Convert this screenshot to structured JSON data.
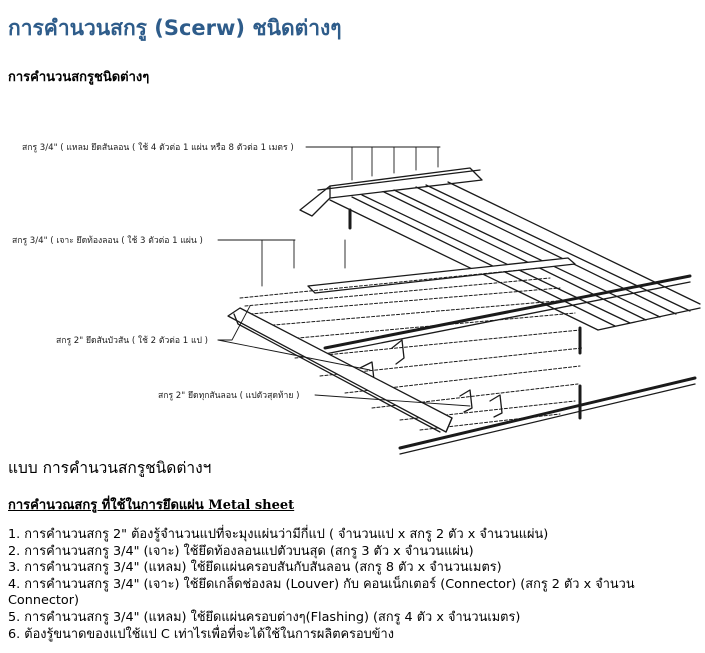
{
  "page": {
    "title": "การคำนวนสกรู (Scerw) ชนิดต่างๆ",
    "subheading": "การคำนวนสกรูชนิดต่างๆ"
  },
  "diagram": {
    "callouts": [
      "สกรู 3/4\" ( แหลม ยึดสันลอน ( ใช้ 4 ตัวต่อ 1 แผ่น หรือ 8 ตัวต่อ 1 เมตร )",
      "สกรู 3/4\" ( เจาะ ยึดท้องลอน ( ใช้ 3 ตัวต่อ 1 แผ่น )",
      "สกรู 2\" ยึดสันบัวสัน ( ใช้ 2 ตัวต่อ 1 แป )",
      "สกรู 2\" ยึดทุกสันลอน ( แปตัวสุดท้าย )"
    ],
    "caption": "แบบ  การคำนวนสกรูชนิดต่างฯ"
  },
  "list": {
    "heading": "การคำนวณสกรู ที่ใช้ในการยึดแผ่น Metal  sheet",
    "items": [
      "1. การคำนวนสกรู 2\" ต้องรู้จำนวนแปที่จะมุงแผ่นว่ามีกี่แป ( จำนวนแป x สกรู 2 ตัว x จำนวนแผ่น)",
      "2. การคำนวนสกรู 3/4\" (เจาะ) ใช้ยึดท้องลอนแปตัวบนสุด (สกรู 3 ตัว x จำนวนแผ่น)",
      "3. การคำนวนสกรู 3/4\" (แหลม) ใช้ยึดแผ่นครอบสันกับสันลอน (สกรู 8 ตัว x จำนวนเมตร)",
      "4. การคำนวนสกรู 3/4\" (เจาะ) ใช้ยึดเกล็ดช่องลม (Louver) กับ คอนเน็กเตอร์ (Connector) (สกรู 2 ตัว x จำนวน Connector)",
      "5. การคำนวนสกรู 3/4\" (แหลม) ใช้ยึดแผ่นครอบต่างๆ(Flashing) (สกรู 4 ตัว x จำนวนเมตร)",
      "6. ต้องรู้ขนาดของแปใช้แป C เท่าไรเพื่อที่จะได้ใช้ในการผลิตครอบข้าง"
    ]
  }
}
